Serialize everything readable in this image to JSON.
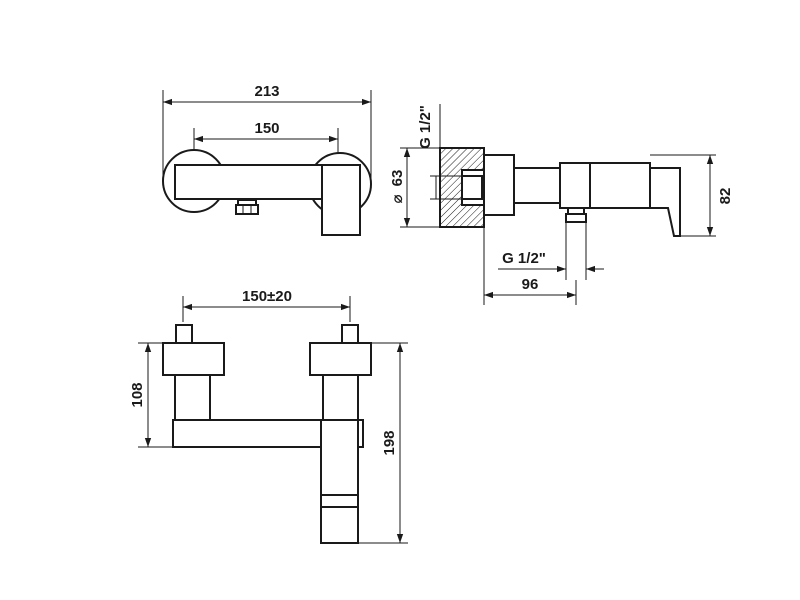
{
  "top_view": {
    "dim_overall": "213",
    "dim_centers": "150"
  },
  "side_view": {
    "dim_connection_thread": "G 1/2\"",
    "dim_diameter": "63",
    "dim_diameter_symbol": "⌀",
    "dim_height": "82",
    "dim_outlet_thread": "G 1/2\"",
    "dim_depth": "96"
  },
  "front_view": {
    "dim_centers_tolerance": "150±20",
    "dim_inlet_height": "108",
    "dim_total_height": "198"
  },
  "colors": {
    "line": "#1a1a1a",
    "hatch": "#1a1a1a",
    "background": "#ffffff"
  }
}
